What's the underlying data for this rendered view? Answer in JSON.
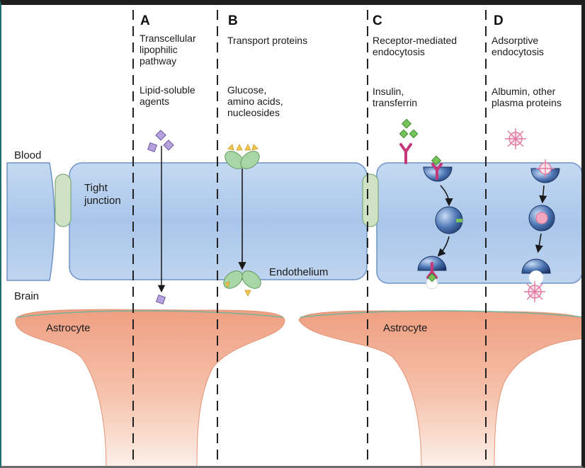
{
  "side_labels": {
    "blood": "Blood",
    "brain": "Brain"
  },
  "structure_labels": {
    "tight_junction": "Tight\njunction",
    "endothelium": "Endothelium",
    "astrocyte_left": "Astrocyte",
    "astrocyte_right": "Astrocyte"
  },
  "panels": [
    {
      "letter": "A",
      "mechanism": "Transcellular\nlipophilic\npathway",
      "examples": "Lipid-soluble\nagents"
    },
    {
      "letter": "B",
      "mechanism": "Transport proteins",
      "examples": "Glucose,\namino acids,\nnucleosides"
    },
    {
      "letter": "C",
      "mechanism": "Receptor-mediated\nendocytosis",
      "examples": "Insulin,\ntransferrin"
    },
    {
      "letter": "D",
      "mechanism": "Adsorptive\nendocytosis",
      "examples": "Albumin, other\nplasma proteins"
    }
  ],
  "colors": {
    "endothelium_fill": "#a9c6ea",
    "endothelium_edge": "#6f93c6",
    "astrocyte_fill": "#f2a98a",
    "tight_junction": "#cfe3c4",
    "lipophilic_molecule": "#b7a1dc",
    "transporter": "#a9d6a6",
    "glucose_marker": "#f2c84b",
    "insulin_marker": "#78c25a",
    "receptor": "#c4387a",
    "vesicle": "#2b4b86",
    "protein_particle": "#e07aa0",
    "arrow": "#1a1a1a"
  }
}
